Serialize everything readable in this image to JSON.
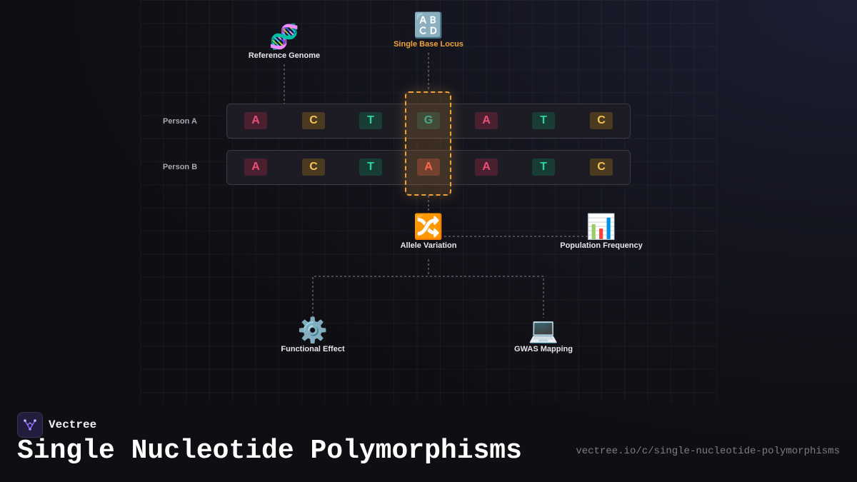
{
  "nodes": {
    "reference_genome": {
      "emoji": "🧬",
      "label": "Reference Genome"
    },
    "single_base_locus": {
      "emoji": "🔠",
      "label": "Single Base Locus"
    },
    "allele_variation": {
      "emoji": "🔀",
      "label": "Allele Variation"
    },
    "population_frequency": {
      "emoji": "📊",
      "label": "Population Frequency"
    },
    "functional_effect": {
      "emoji": "⚙️",
      "label": "Functional Effect"
    },
    "gwas_mapping": {
      "emoji": "💻",
      "label": "GWAS Mapping"
    }
  },
  "sequences": [
    {
      "person": "Person A",
      "bases": [
        "A",
        "C",
        "T",
        "G",
        "A",
        "T",
        "C"
      ]
    },
    {
      "person": "Person B",
      "bases": [
        "A",
        "C",
        "T",
        "A",
        "A",
        "T",
        "C"
      ]
    }
  ],
  "colors": {
    "accent": "#f0a23a",
    "base_A": "#ec4f74",
    "base_C": "#f4c54e",
    "base_T": "#2fd39b",
    "base_G": "#26a4a0",
    "variant_A": "#ff5a5a"
  },
  "footer": {
    "brand": "Vectree",
    "title": "Single Nucleotide Polymorphisms",
    "url": "vectree.io/c/single-nucleotide-polymorphisms"
  }
}
